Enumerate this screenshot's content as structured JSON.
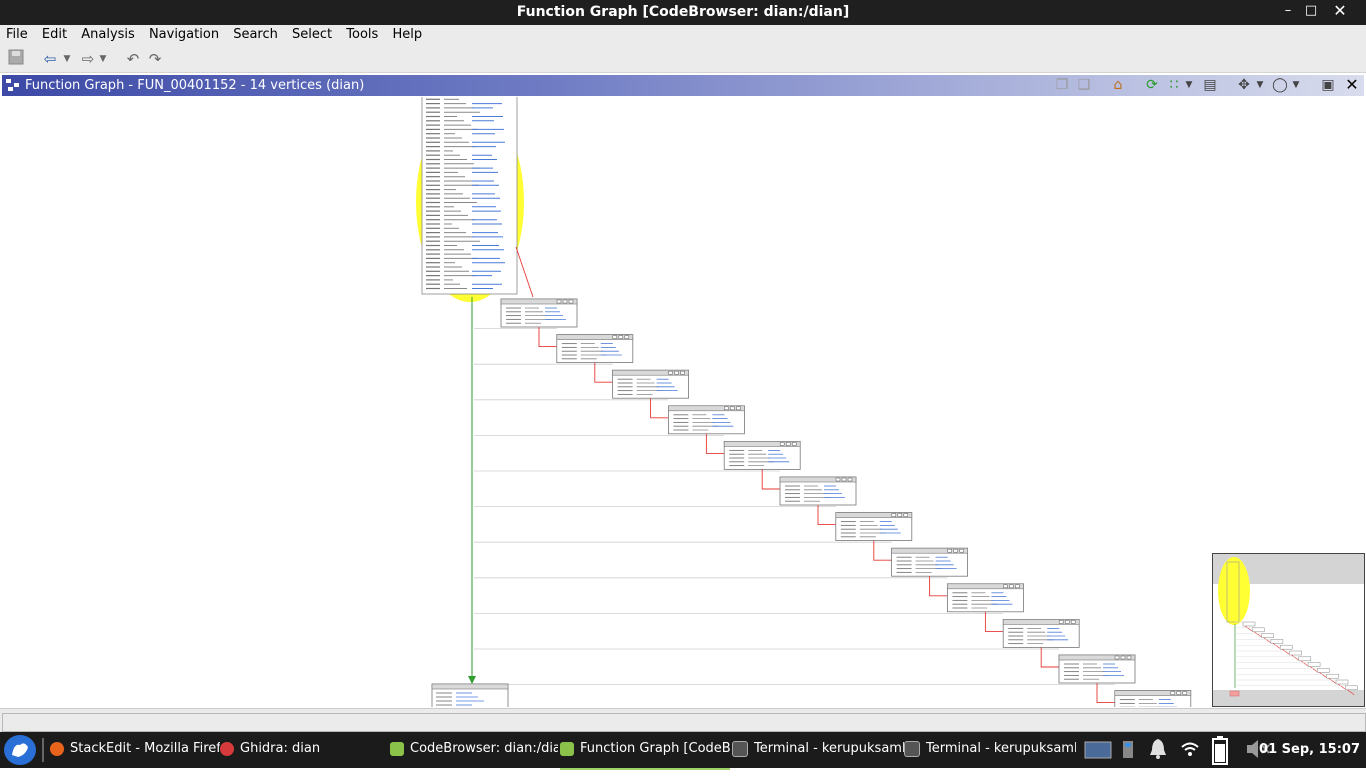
{
  "window": {
    "title": "Function Graph [CodeBrowser: dian:/dian]"
  },
  "menu": [
    "File",
    "Edit",
    "Analysis",
    "Navigation",
    "Search",
    "Select",
    "Tools",
    "Help"
  ],
  "panel": {
    "title": "Function Graph - FUN_00401152 - 14 vertices  (dian)"
  },
  "taskbar": {
    "items": [
      {
        "label": "StackEdit - Mozilla Firefox",
        "icon": "firefox-icon",
        "color": "#e8641b"
      },
      {
        "label": "Ghidra: dian",
        "icon": "ghidra-icon",
        "color": "#d63a3a"
      },
      {
        "label": "CodeBrowser: dian:/dian",
        "icon": "dragon-icon",
        "color": "#8bc34a"
      },
      {
        "label": "Function Graph [CodeBr...",
        "icon": "dragon-icon",
        "color": "#8bc34a"
      },
      {
        "label": "Terminal - kerupuksamb...",
        "icon": "terminal-icon",
        "color": "#555555"
      },
      {
        "label": "Terminal - kerupuksamb...",
        "icon": "terminal-icon",
        "color": "#555555"
      }
    ],
    "clock": "01 Sep, 15:07"
  },
  "graph": {
    "vertex_count": 14,
    "colors": {
      "highlight": "#ffff33",
      "edge_false": "#e53935",
      "edge_true": "#2e9e2e",
      "vertex_header": "#d9d9d9"
    }
  }
}
